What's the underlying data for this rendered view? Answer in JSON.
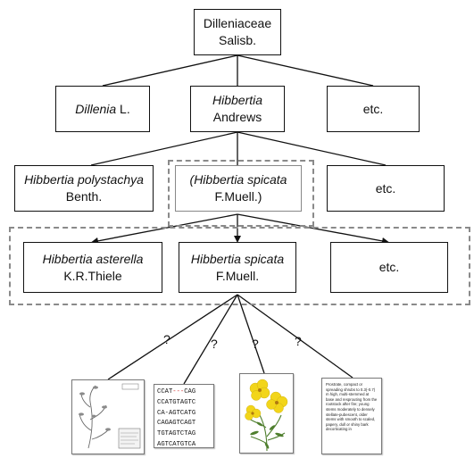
{
  "root": {
    "line1": "Dilleniaceae",
    "line2": "Salisb."
  },
  "genera": [
    {
      "italic": "Dillenia",
      "plain": " L."
    },
    {
      "italic": "Hibbertia",
      "line2": "Andrews"
    },
    {
      "plain": "etc."
    }
  ],
  "species_level": [
    {
      "italic": "Hibbertia polystachya",
      "line2": "Benth."
    },
    {
      "italic": "(Hibbertia spicata",
      "line2": "F.Muell.)"
    },
    {
      "plain": "etc."
    }
  ],
  "split_level": [
    {
      "italic": "Hibbertia asterella",
      "line2": "K.R.Thiele"
    },
    {
      "italic": "Hibbertia spicata",
      "line2": "F.Muell."
    },
    {
      "plain": "etc."
    }
  ],
  "question_mark": "?",
  "evidence": {
    "sequence_lines": [
      {
        "pre": "CCAT",
        "gap": "---",
        "post": "CAG"
      },
      {
        "pre": "CCATGTAGTC",
        "gap": "",
        "post": ""
      },
      {
        "pre": "CA-AGTCATG",
        "gap": "",
        "post": ""
      },
      {
        "pre": "CAGAGTCAGT",
        "gap": "",
        "post": ""
      },
      {
        "pre": "TGTAGTCTAG",
        "gap": "",
        "post": ""
      },
      {
        "pre": "AGTCATGTCA",
        "gap": "",
        "post": ""
      }
    ],
    "description_text": "Prostrate, compact or spreading shrubs to 0.3(-0.7) m high, multi-stemmed at base and resprouting from the rootstock after fire; young stems moderately to densely stellate-pubescent, older stems with smooth to scaled, papery, dull or shiny bark decorticating in"
  },
  "colors": {
    "line": "#111111",
    "dash": "#8a8a8a",
    "gap": "#d03030",
    "flower": "#f2d51a",
    "leaf": "#4f7f2e"
  }
}
